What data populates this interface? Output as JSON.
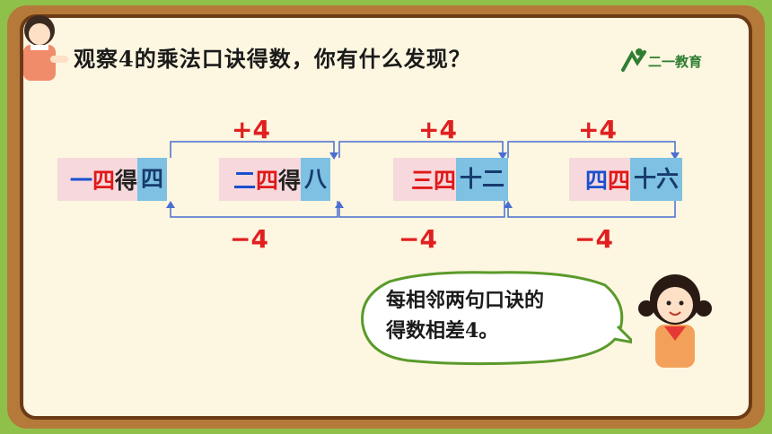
{
  "title": "观察4的乘法口诀得数，你有什么发现？",
  "logo_text": "二一教育",
  "plus_labels": [
    "+4",
    "+4",
    "+4"
  ],
  "minus_labels": [
    "−4",
    "−4",
    "−4"
  ],
  "rhymes": [
    {
      "first": "一",
      "second": "四",
      "mid": "得",
      "result": "四"
    },
    {
      "first": "二",
      "second": "四",
      "mid": "得",
      "result": "八"
    },
    {
      "first": "三",
      "second": "四",
      "mid": "",
      "result": "十二"
    },
    {
      "first": "四",
      "second": "四",
      "mid": "",
      "result": "十六"
    }
  ],
  "bubble": {
    "line1": "每相邻两句口诀的",
    "line2": "得数相差4。"
  },
  "colors": {
    "accent_red": "#e01818",
    "accent_blue": "#1a4fcf",
    "highlight": "#7ec1e3",
    "card": "#f7d8dc"
  }
}
